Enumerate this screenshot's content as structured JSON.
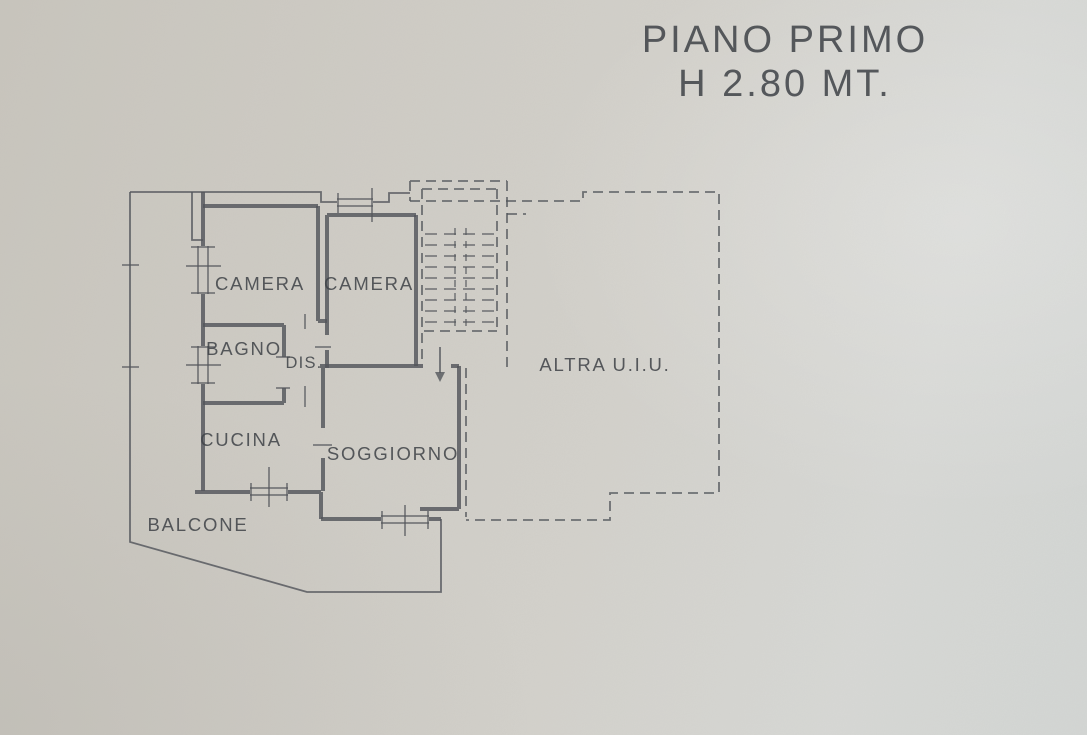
{
  "title": {
    "line1": "PIANO PRIMO",
    "line2": "H 2.80 MT."
  },
  "rooms": [
    {
      "id": "camera-1",
      "label": "CAMERA"
    },
    {
      "id": "camera-2",
      "label": "CAMERA"
    },
    {
      "id": "bagno",
      "label": "BAGNO"
    },
    {
      "id": "dis",
      "label": "DIS."
    },
    {
      "id": "cucina",
      "label": "CUCINA"
    },
    {
      "id": "soggiorno",
      "label": "SOGGIORNO"
    },
    {
      "id": "balcone",
      "label": "BALCONE"
    },
    {
      "id": "altra-uiu",
      "label": "ALTRA U.I.U."
    }
  ],
  "colors": {
    "paper": "#cfcdc7",
    "line": "#53565b",
    "ink": "#42454a"
  }
}
